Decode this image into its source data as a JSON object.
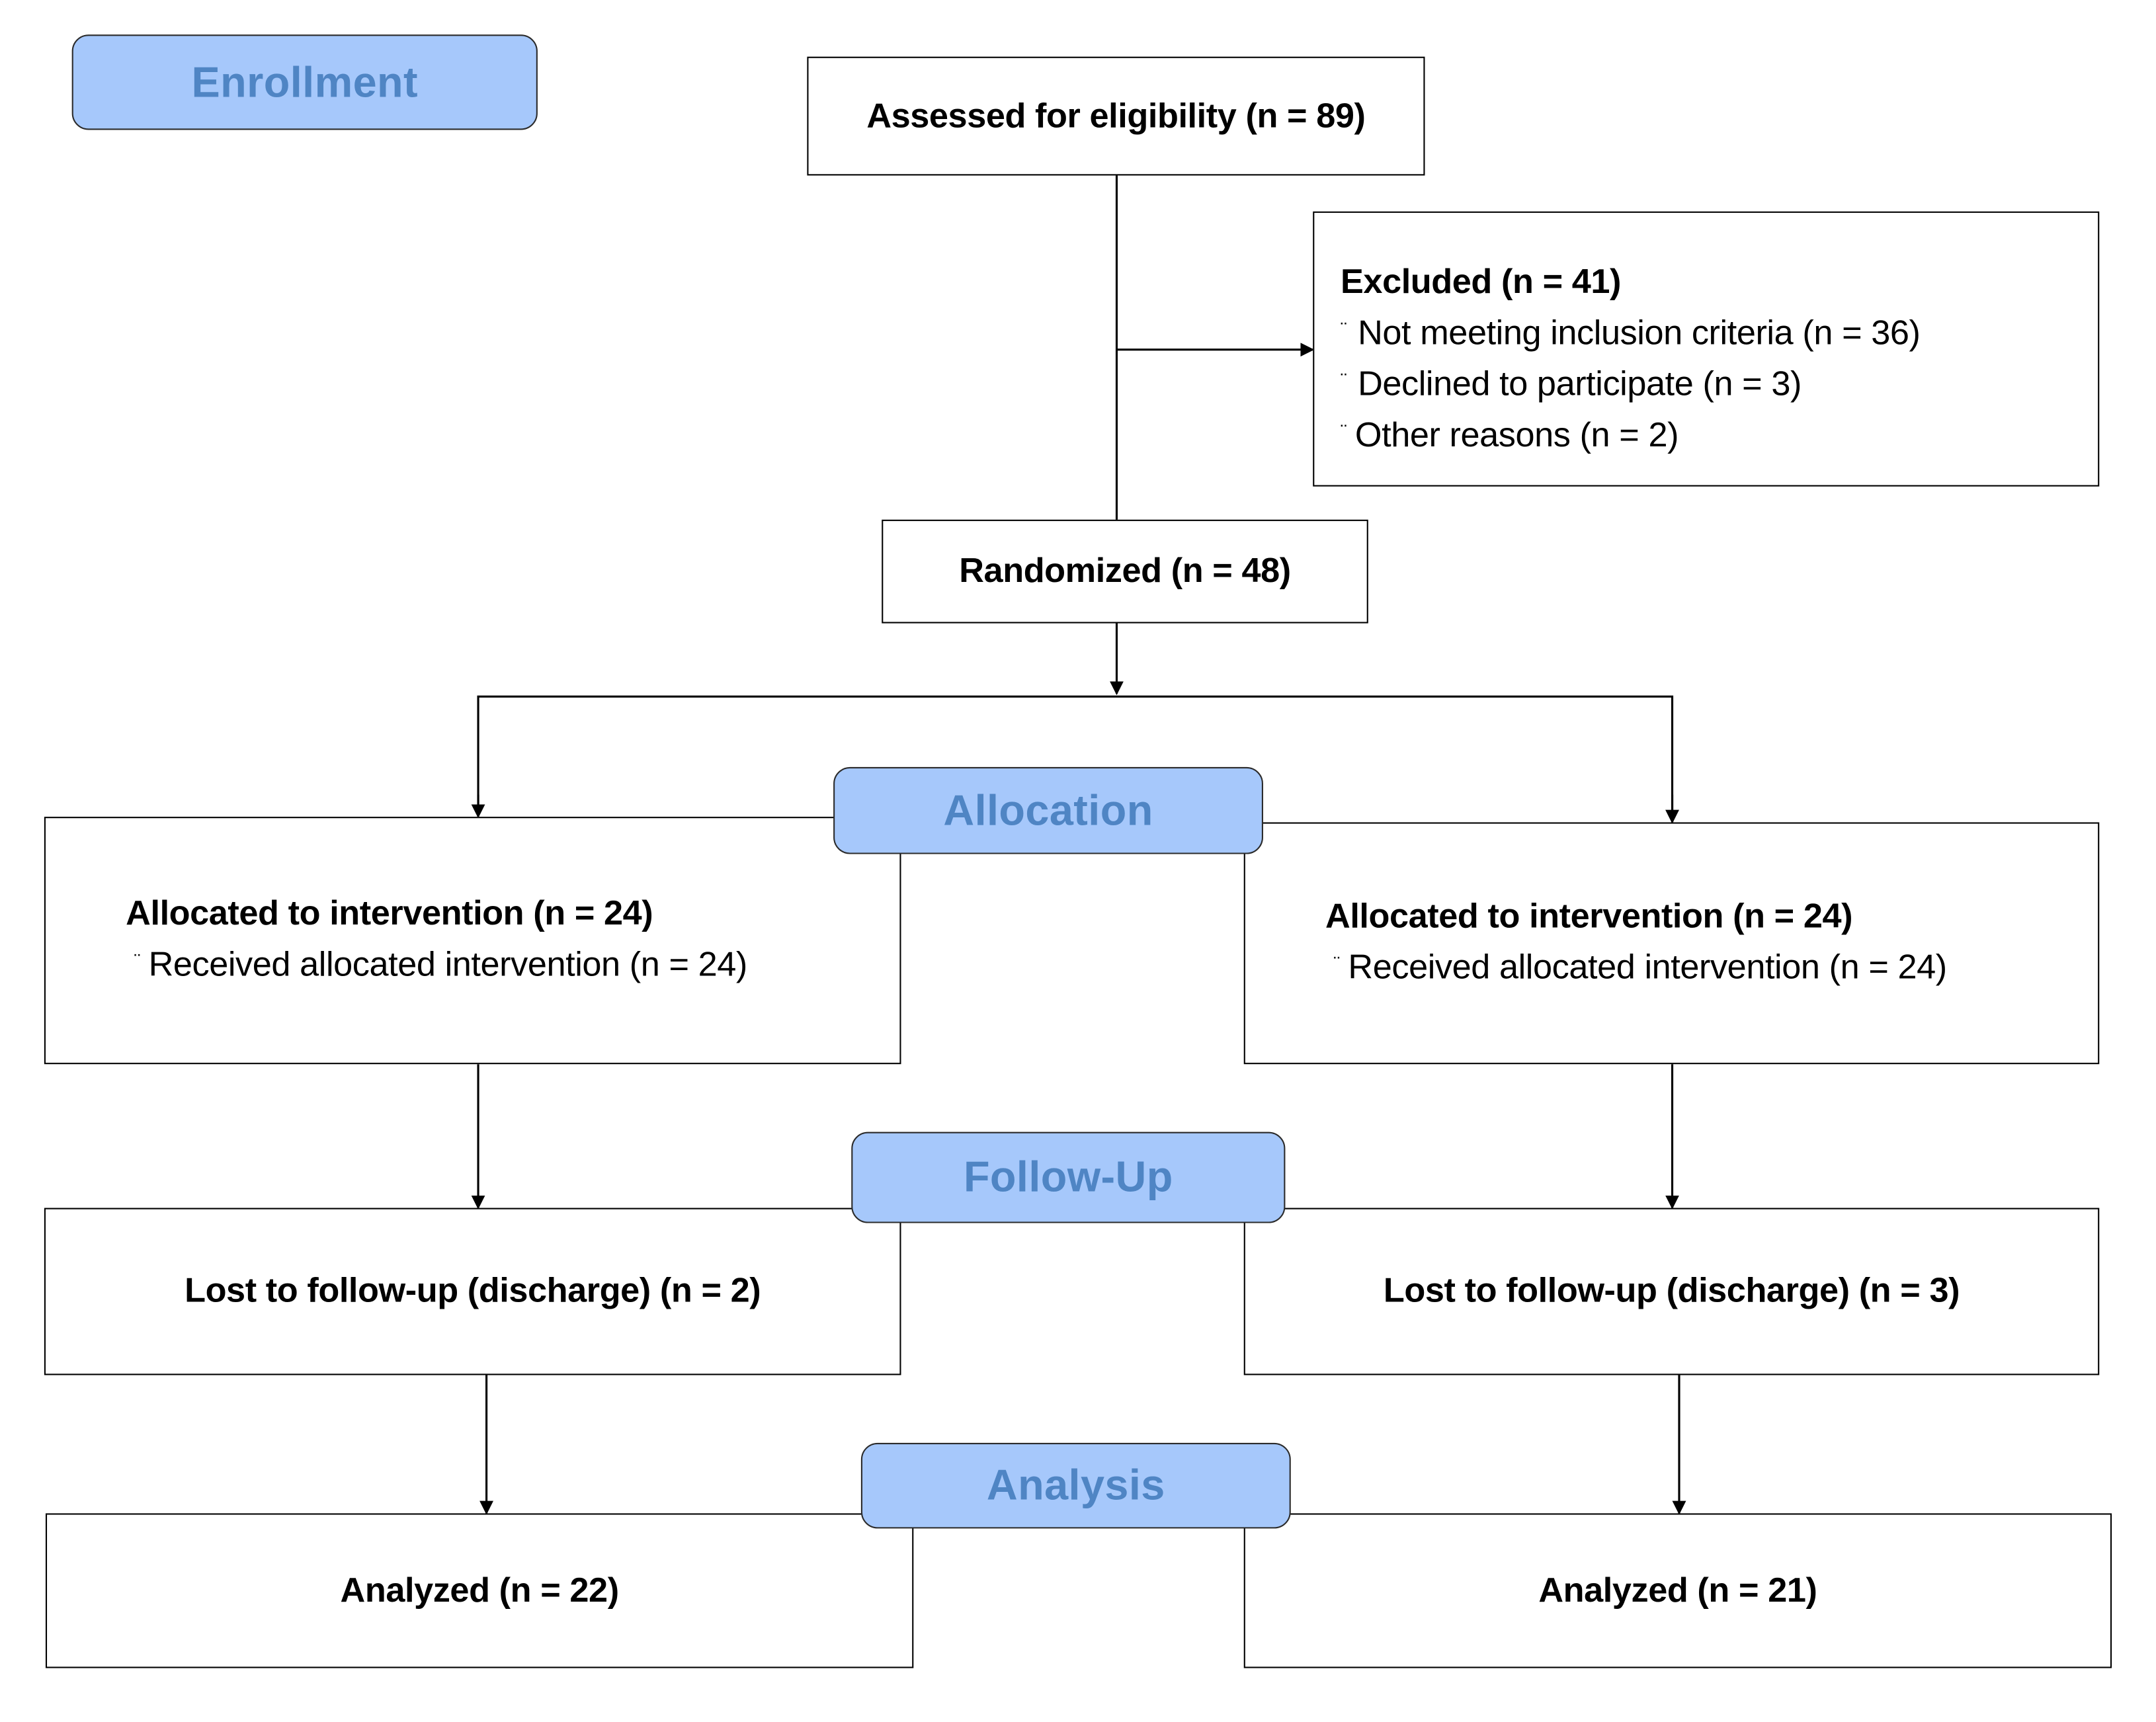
{
  "colors": {
    "stage_fill": "#a6c8fb",
    "stage_text": "#4f85c4",
    "line": "#000000"
  },
  "stages": {
    "enrollment": "Enrollment",
    "allocation": "Allocation",
    "follow_up": "Follow-Up",
    "analysis": "Analysis"
  },
  "assessed": {
    "label": "Assessed for eligibility (n = 89)"
  },
  "excluded": {
    "title": "Excluded (n = 41)",
    "bullet": "¨",
    "items": [
      "Not meeting inclusion criteria (n = 36)",
      "Declined to participate (n = 3)",
      "Other reasons (n = 2)"
    ]
  },
  "randomized": {
    "label": "Randomized (n = 48)"
  },
  "allocation": {
    "left": {
      "title": "Allocated to intervention (n = 24)",
      "item": "Received allocated intervention (n = 24)"
    },
    "right": {
      "title": "Allocated to intervention (n = 24)",
      "item": "Received allocated intervention (n = 24)"
    }
  },
  "follow_up": {
    "left": "Lost to follow-up (discharge) (n = 2)",
    "right": "Lost to follow-up (discharge) (n = 3)"
  },
  "analysis": {
    "left": "Analyzed (n = 22)",
    "right": "Analyzed (n = 21)"
  }
}
